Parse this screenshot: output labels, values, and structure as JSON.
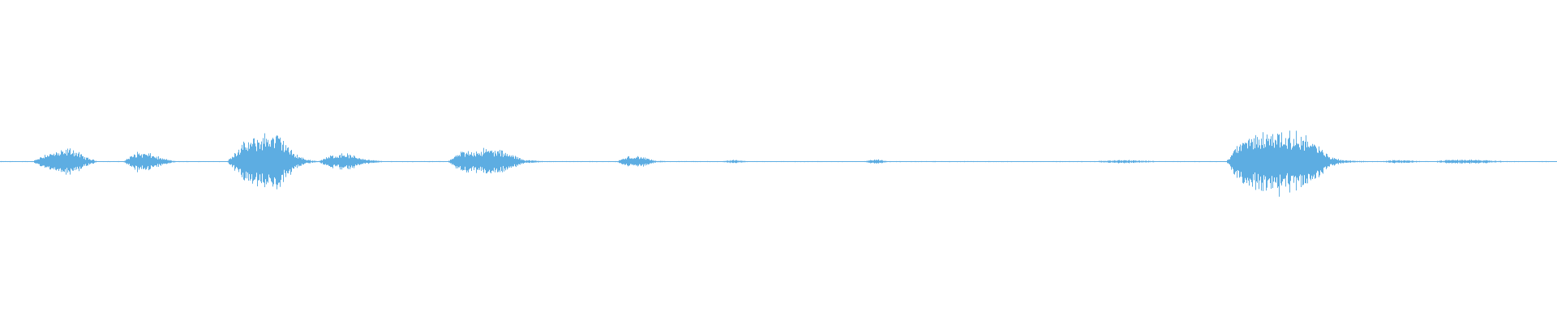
{
  "chart_data": {
    "type": "area",
    "title": "",
    "xlabel": "",
    "ylabel": "",
    "ylim": [
      -1,
      1
    ],
    "grid": false,
    "legend": "none",
    "color": "#5dade2",
    "background": "#ffffff",
    "envelope_bins": 120,
    "baseline_amplitude": 0.003,
    "envelope": {
      "3": 0.05,
      "4": 0.06,
      "5": 0.085,
      "6": 0.03,
      "10": 0.06,
      "11": 0.05,
      "12": 0.02,
      "18": 0.1,
      "19": 0.14,
      "20": 0.17,
      "21": 0.17,
      "22": 0.06,
      "23": 0.015,
      "25": 0.04,
      "26": 0.055,
      "27": 0.03,
      "28": 0.01,
      "35": 0.06,
      "36": 0.07,
      "37": 0.08,
      "38": 0.07,
      "39": 0.04,
      "40": 0.01,
      "41": 0.005,
      "48": 0.035,
      "49": 0.03,
      "50": 0.005,
      "56": 0.01,
      "67": 0.015,
      "85": 0.008,
      "86": 0.01,
      "87": 0.008,
      "88": 0.005,
      "95": 0.12,
      "96": 0.16,
      "97": 0.18,
      "98": 0.19,
      "99": 0.17,
      "100": 0.17,
      "101": 0.1,
      "102": 0.03,
      "103": 0.01,
      "104": 0.005,
      "107": 0.01,
      "108": 0.008,
      "111": 0.01,
      "112": 0.012,
      "113": 0.012,
      "114": 0.01,
      "115": 0.005
    }
  }
}
